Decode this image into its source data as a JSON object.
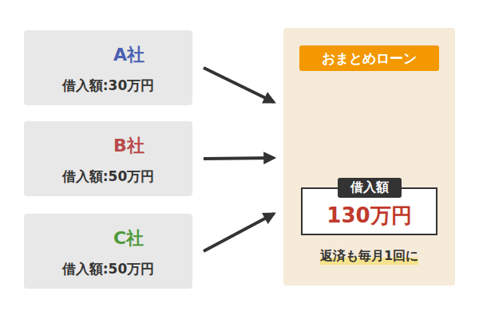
{
  "diagram": {
    "nodes": [
      {
        "text": [
          "A社",
          "借入額:30万円"
        ]
      },
      {
        "text": [
          "B社",
          "借入額:50万円"
        ]
      },
      {
        "text": [
          "C社",
          "借入額:50万円"
        ]
      },
      {
        "text": [
          "返済も毎月1回に"
        ]
      },
      {
        "text": [
          "おまとめローン"
        ],
        "in": 3
      },
      {
        "text": [
          "借入額",
          "130万円"
        ],
        "in": 3
      }
    ],
    "edges": [
      {
        "from": 0,
        "to": 3,
        "arrow": "to"
      },
      {
        "from": 1,
        "to": 3,
        "arrow": "to"
      },
      {
        "from": 2,
        "to": 3,
        "arrow": "to"
      }
    ]
  }
}
